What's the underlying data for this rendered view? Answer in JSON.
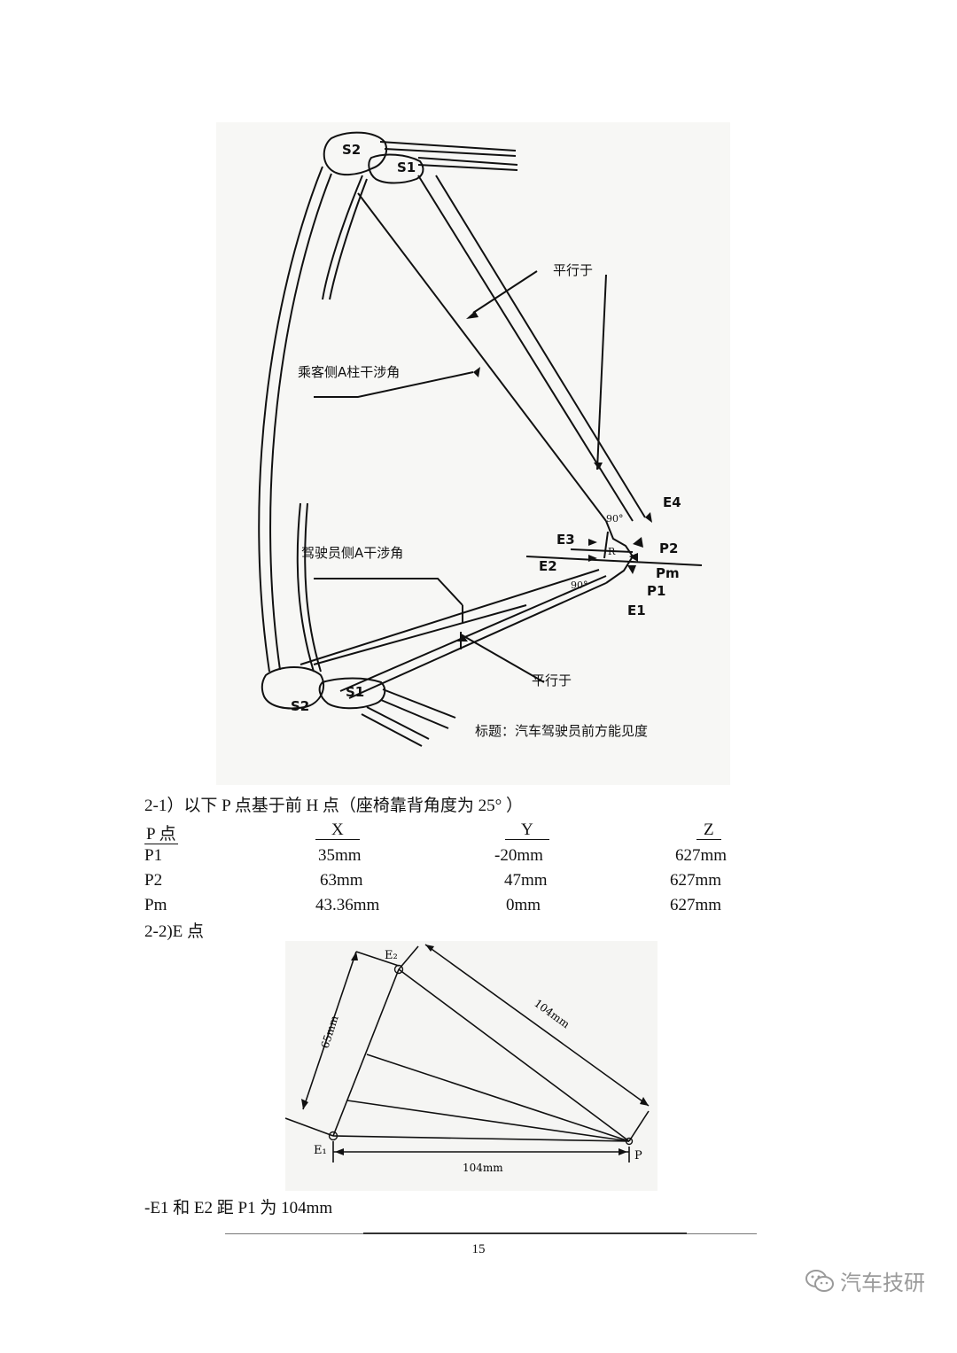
{
  "figure1": {
    "labels": {
      "s2_top": "S2",
      "s1_top": "S1",
      "parallel_top": "平行于",
      "passenger_angle": "乘客侧A柱干涉角",
      "driver_angle": "驾驶员侧A干涉角",
      "e4": "E4",
      "e3": "E3",
      "p2": "P2",
      "r": "R",
      "e2": "E2",
      "pm": "Pm",
      "p1": "P1",
      "e1": "E1",
      "deg90_top": "90°",
      "deg90_bottom": "90°",
      "parallel_bottom": "平行于",
      "s2_bottom": "S2",
      "s1_bottom": "S1",
      "caption": "标题：汽车驾驶员前方能见度"
    }
  },
  "section_2_1": {
    "heading": "2-1）以下 P 点基于前 H 点（座椅靠背角度为 25°  ）",
    "table": {
      "headers": [
        "P 点",
        "X",
        "Y",
        "Z"
      ],
      "rows": [
        [
          "P1",
          "35mm",
          "-20mm",
          "627mm"
        ],
        [
          "P2",
          "63mm",
          "47mm",
          "627mm"
        ],
        [
          "Pm",
          "43.36mm",
          "0mm",
          "627mm"
        ]
      ]
    }
  },
  "section_2_2": {
    "heading": "2-2)E 点"
  },
  "figure2": {
    "labels": {
      "e2": "E₂",
      "e1": "E₁",
      "p": "P",
      "dim_65": "65mm",
      "dim_104_diag": "104mm",
      "dim_104_bottom": "104mm"
    }
  },
  "note": "-E1 和 E2 距 P1 为 104mm",
  "page_number": "15",
  "watermark": {
    "text": "汽车技研",
    "icon": "wechat-icon"
  }
}
